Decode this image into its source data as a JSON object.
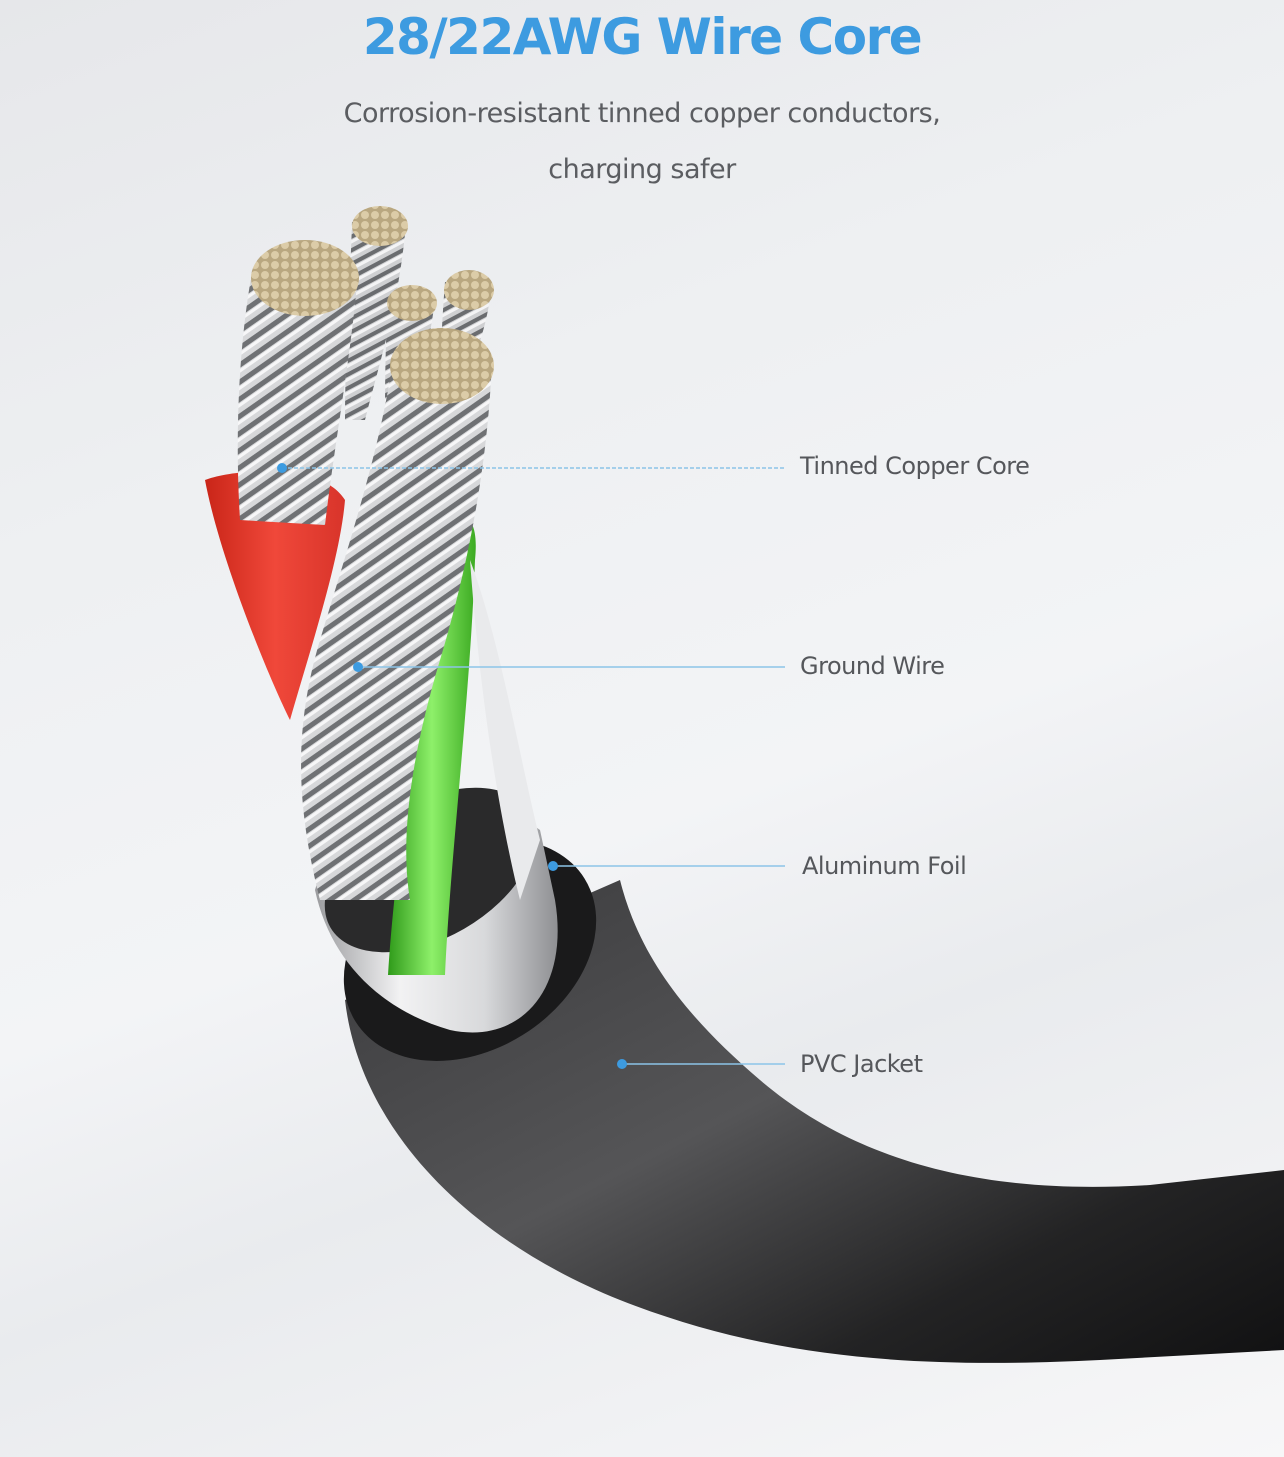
{
  "header": {
    "title": "28/22AWG Wire Core",
    "subtitle_line1": "Corrosion-resistant tinned copper conductors,",
    "subtitle_line2": "charging safer"
  },
  "callouts": [
    {
      "label": "Tinned Copper Core",
      "icon": "pointer-dot-icon"
    },
    {
      "label": "Ground Wire",
      "icon": "pointer-dot-icon"
    },
    {
      "label": "Aluminum Foil",
      "icon": "pointer-dot-icon"
    },
    {
      "label": "PVC Jacket",
      "icon": "pointer-dot-icon"
    }
  ],
  "colors": {
    "title": "#3d9be0",
    "subtitle": "#5b5d61",
    "leader_line": "#8cc4e8",
    "leader_dot": "#3d9be0",
    "red_insulation": "#e8392b",
    "green_insulation": "#4ec22a",
    "copper_strand_ends": "#d6c6a2",
    "jacket": "#1e1e1f"
  }
}
